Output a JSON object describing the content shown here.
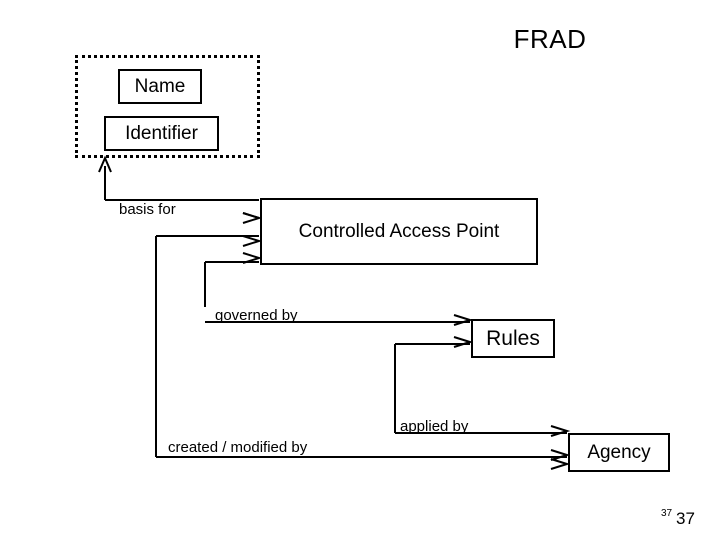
{
  "slide": {
    "title": "FRAD",
    "page_number_small": "37",
    "page_number_large": "37"
  },
  "entities": {
    "name": "Name",
    "identifier": "Identifier",
    "controlled_access_point": "Controlled Access Point",
    "rules": "Rules",
    "agency": "Agency"
  },
  "relationships": {
    "basis_for": "basis for",
    "governed_by": "governed by",
    "applied_by": "applied by",
    "created_modified_by": "created / modified by"
  },
  "colors": {
    "line": "#000000",
    "background": "#ffffff",
    "text": "#000000"
  }
}
